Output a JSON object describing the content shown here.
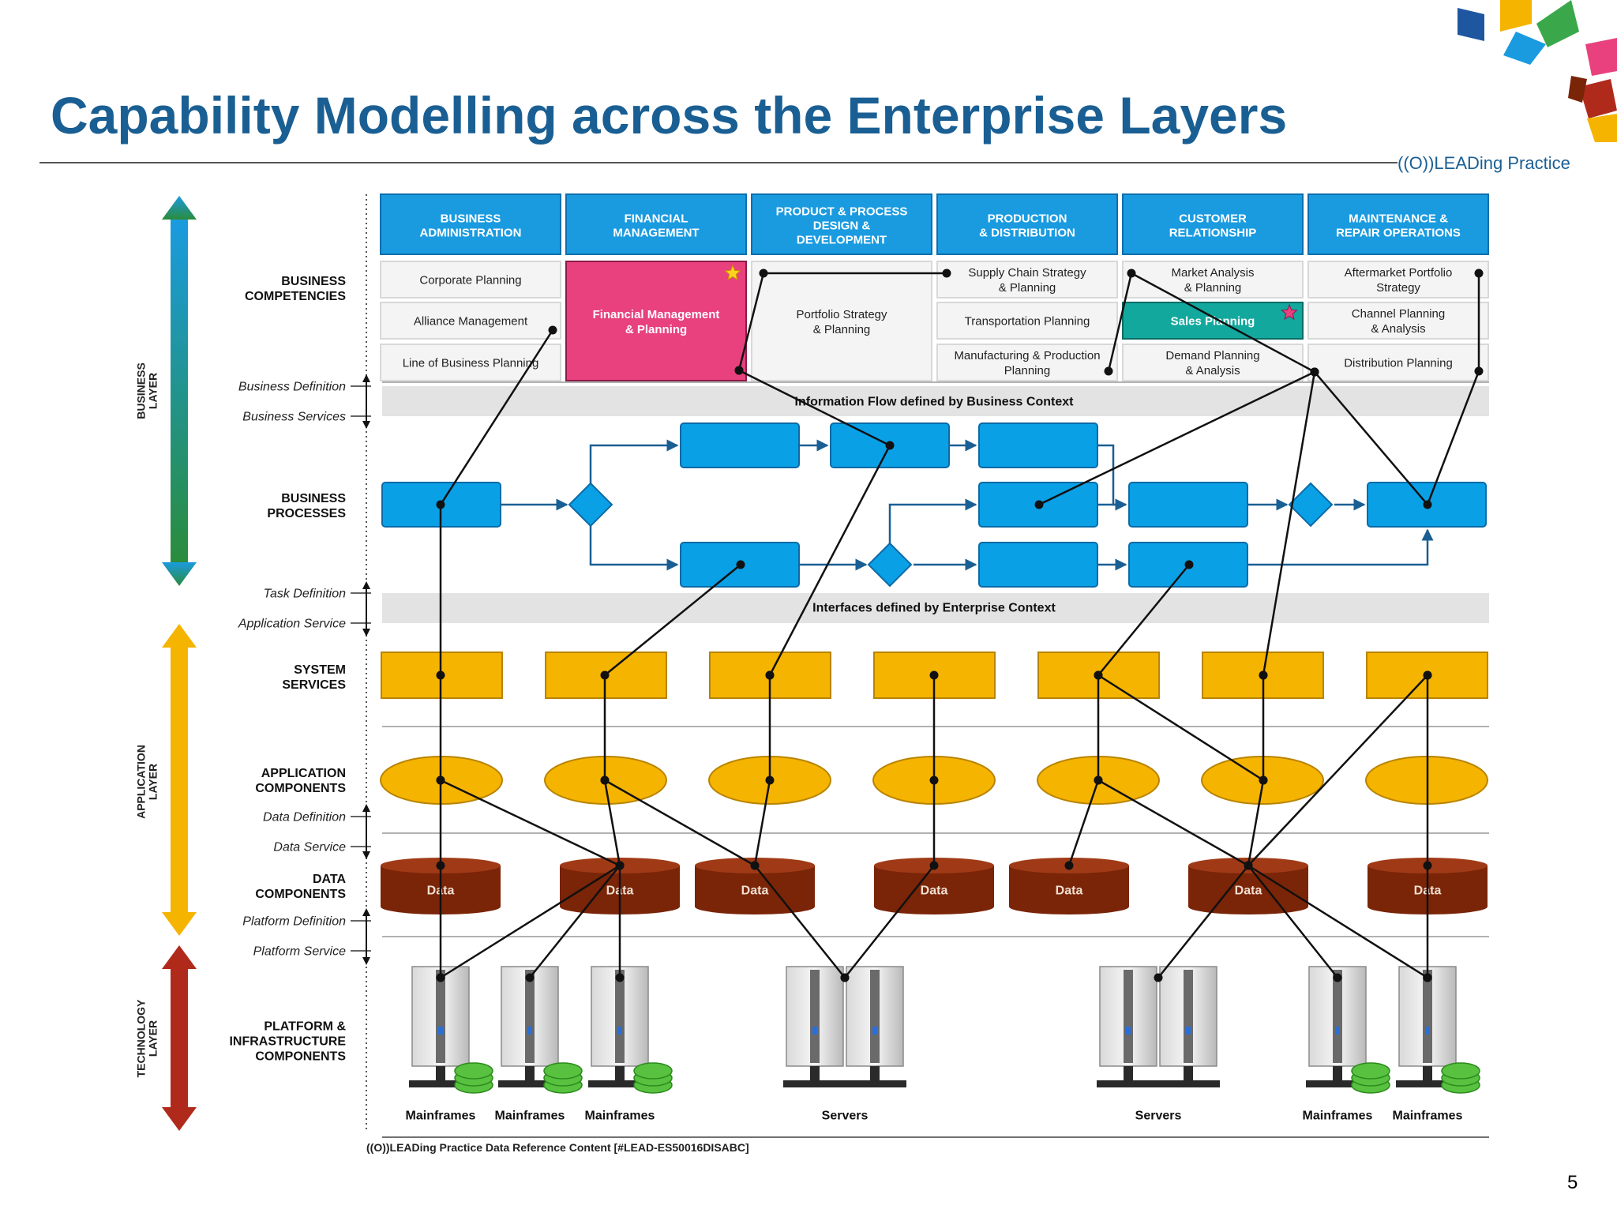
{
  "title": "Capability Modelling across the Enterprise Layers",
  "brand": "((O))LEADing Practice",
  "page_number": "5",
  "footer_reference": "((O))LEADing Practice Data Reference Content [#LEAD-ES50016DISABC]",
  "colors": {
    "title": "#1a5f93",
    "header_blue": "#1a9be0",
    "process_blue": "#0aa0e6",
    "highlight_pink": "#e8417e",
    "highlight_teal": "#13a89e",
    "service_yellow": "#f5b400",
    "data_brown": "#7a2408",
    "business_arrow": "#1a9be0",
    "application_arrow": "#f5b400",
    "technology_arrow": "#b02a1c"
  },
  "layers": {
    "business": "BUSINESS LAYER",
    "application": "APPLICATION LAYER",
    "technology": "TECHNOLOGY LAYER"
  },
  "row_labels": {
    "business_competencies": [
      "BUSINESS",
      "COMPETENCIES"
    ],
    "business_processes": [
      "BUSINESS",
      "PROCESSES"
    ],
    "system_services": [
      "SYSTEM",
      "SERVICES"
    ],
    "application_components": [
      "APPLICATION",
      "COMPONENTS"
    ],
    "data_components": [
      "DATA",
      "COMPONENTS"
    ],
    "platform_components": [
      "PLATFORM &",
      "INFRASTRUCTURE",
      "COMPONENTS"
    ]
  },
  "boundary_labels": {
    "business_definition": "Business Definition",
    "business_services": "Business Services",
    "task_definition": "Task Definition",
    "application_service": "Application Service",
    "data_definition": "Data Definition",
    "data_service": "Data Service",
    "platform_definition": "Platform Definition",
    "platform_service": "Platform Service"
  },
  "band_labels": {
    "information_flow": "Information Flow defined by Business Context",
    "interfaces": "Interfaces defined by Enterprise Context"
  },
  "columns": [
    {
      "header": [
        "BUSINESS",
        "ADMINISTRATION"
      ],
      "cells": [
        [
          "Corporate Planning"
        ],
        [
          "Alliance Management"
        ],
        [
          "Line of Business Planning"
        ]
      ]
    },
    {
      "header": [
        "FINANCIAL",
        "MANAGEMENT"
      ],
      "merged_cell": [
        "Financial Management",
        "& Planning"
      ]
    },
    {
      "header": [
        "PRODUCT & PROCESS",
        "DESIGN &",
        "DEVELOPMENT"
      ],
      "merged_cell": [
        "Portfolio Strategy",
        "& Planning"
      ]
    },
    {
      "header": [
        "PRODUCTION",
        "& DISTRIBUTION"
      ],
      "cells": [
        [
          "Supply Chain Strategy",
          "& Planning"
        ],
        [
          "Transportation Planning"
        ],
        [
          "Manufacturing & Production",
          "Planning"
        ]
      ]
    },
    {
      "header": [
        "CUSTOMER",
        "RELATIONSHIP"
      ],
      "cells": [
        [
          "Market Analysis",
          "& Planning"
        ],
        [
          "Sales Planning"
        ],
        [
          "Demand Planning",
          "& Analysis"
        ]
      ]
    },
    {
      "header": [
        "MAINTENANCE &",
        "REPAIR OPERATIONS"
      ],
      "cells": [
        [
          "Aftermarket Portfolio",
          "Strategy"
        ],
        [
          "Channel Planning",
          "& Analysis"
        ],
        [
          "Distribution Planning"
        ]
      ]
    }
  ],
  "data_component_label": "Data",
  "infrastructure": {
    "groups": [
      {
        "label": "Mainframes",
        "servers": 1,
        "database": true
      },
      {
        "label": "Mainframes",
        "servers": 1,
        "database": true
      },
      {
        "label": "Mainframes",
        "servers": 1,
        "database": true
      },
      {
        "label": "Servers",
        "servers": 2,
        "database": false
      },
      {
        "label": "Servers",
        "servers": 2,
        "database": false
      },
      {
        "label": "Mainframes",
        "servers": 1,
        "database": true
      },
      {
        "label": "Mainframes",
        "servers": 1,
        "database": true
      }
    ]
  }
}
